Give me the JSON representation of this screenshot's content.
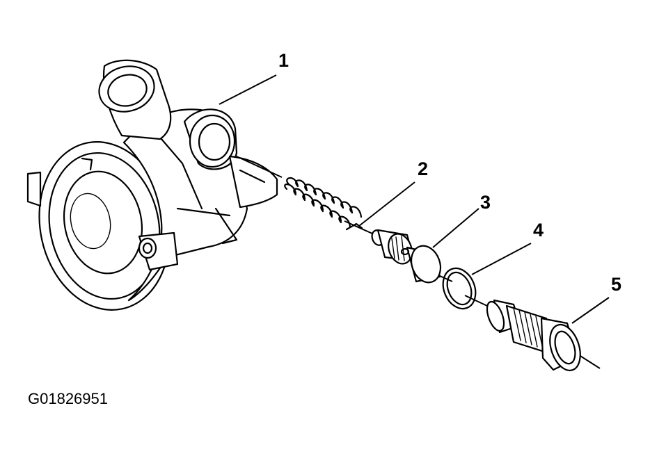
{
  "figure": {
    "id_text": "G01826951"
  },
  "callouts": [
    {
      "key": "pump-housing",
      "label": "1"
    },
    {
      "key": "spring",
      "label": "2"
    },
    {
      "key": "valve",
      "label": "3"
    },
    {
      "key": "o-ring",
      "label": "4"
    },
    {
      "key": "fitting",
      "label": "5"
    }
  ]
}
